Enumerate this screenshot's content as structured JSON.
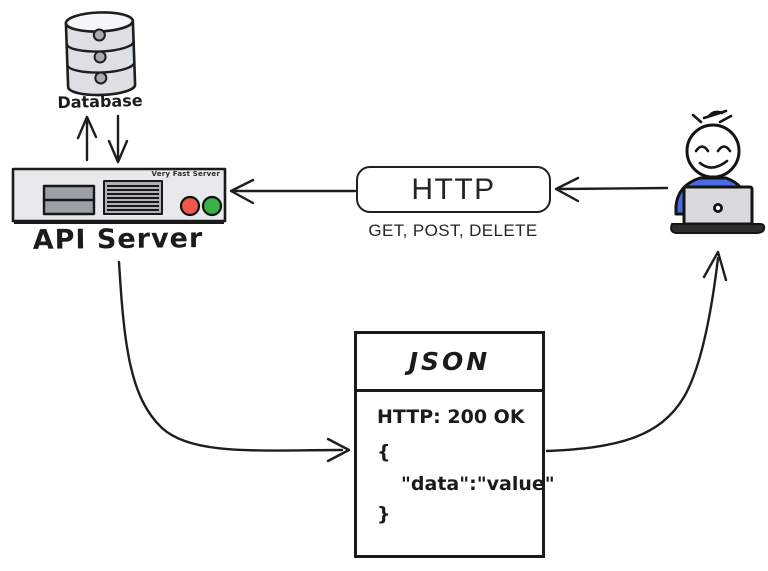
{
  "database": {
    "label": "Database"
  },
  "api_server": {
    "label": "API Server",
    "badge": "Very Fast Server"
  },
  "http_box": {
    "title": "HTTP",
    "methods": "GET, POST, DELETE"
  },
  "json_box": {
    "title": "JSON",
    "lines": [
      "HTTP: 200 OK",
      "{",
      "\"data\":\"value\"",
      "}"
    ]
  },
  "icons": {
    "database": "database-cylinder-icon",
    "api_server": "rack-server-icon",
    "client": "person-at-laptop-icon"
  },
  "colors": {
    "ink": "#1e1e1e",
    "database_fill": "#dce0e4",
    "server_body": "#e8e9eb",
    "drive_bay": "#9aa0a7",
    "vent": "#aeb2b7",
    "led_red": "#f3564f",
    "led_green": "#37b34a",
    "shirt_blue": "#4b6ce1",
    "laptop_gray": "#d8dadc"
  }
}
